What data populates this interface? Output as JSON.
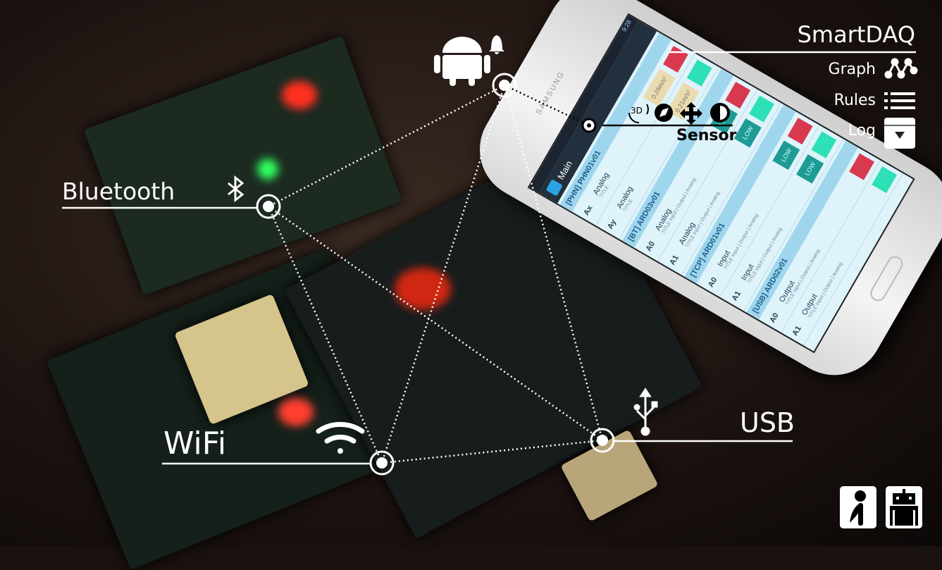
{
  "phone": {
    "brand": "SAMSUNG",
    "status_time": "9:28",
    "app_title": "Main",
    "groups": [
      {
        "title": "[PHN] PHN01v01",
        "rows": [
          {
            "pin": "Ax",
            "mode": "Analog",
            "sub": "TITLE",
            "value": "0.26m/s²"
          },
          {
            "pin": "Ay",
            "mode": "Analog",
            "sub": "TITLE",
            "value": "0.21m/s²"
          }
        ]
      },
      {
        "title": "[BT] ARD03v01",
        "rows": [
          {
            "pin": "A0",
            "mode": "Analog",
            "sub": "TITLE  Input | Output | Analog",
            "value": "LOW"
          },
          {
            "pin": "A1",
            "mode": "Analog",
            "sub": "TITLE  Input | Output | Analog",
            "value": "LOW"
          }
        ]
      },
      {
        "title": "[TCP] ARD01v01",
        "rows": [
          {
            "pin": "A0",
            "mode": "Input",
            "sub": "TITLE  Input | Output | Analog",
            "value": "LOW"
          },
          {
            "pin": "A1",
            "mode": "Input",
            "sub": "TITLE  Input | Output | Analog",
            "value": "LOW"
          }
        ]
      },
      {
        "title": "[USB] ARD02v01",
        "rows": [
          {
            "pin": "A0",
            "mode": "Output",
            "sub": "TITLE  Input | Output | Analog",
            "value": ""
          },
          {
            "pin": "A1",
            "mode": "Output",
            "sub": "TITLE  Input | Output | Analog",
            "value": ""
          }
        ]
      }
    ]
  },
  "labels": {
    "bluetooth": "Bluetooth",
    "wifi": "WiFi",
    "usb": "USB",
    "sensor": "Sensor",
    "sensor_3d": "3D"
  },
  "menu": {
    "title": "SmartDAQ",
    "items": [
      {
        "label": "Graph",
        "icon": "graph-icon"
      },
      {
        "label": "Rules",
        "icon": "list-icon"
      },
      {
        "label": "Log",
        "icon": "archive-download-icon"
      }
    ]
  },
  "colors": {
    "accent_red": "#d8394f",
    "accent_teal": "#2ee0b5",
    "low_button": "#1e9b95",
    "overlay": "#ffffff"
  }
}
